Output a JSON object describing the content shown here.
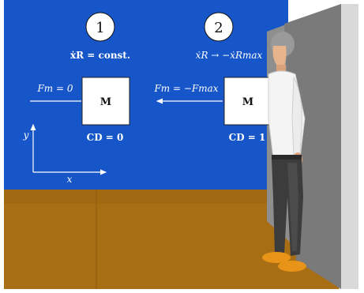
{
  "colors": {
    "wall": "#1656c8",
    "floor": "#a86e14",
    "side_wall": "#8a8a8a",
    "text": "#ffffff",
    "box_fill": "#ffffff",
    "shoe": "#e89418"
  },
  "panel1": {
    "step_number": "1",
    "velocity_text": "ẋR = const.",
    "force_text": "Fm = 0",
    "mass_label": "M",
    "cd_text": "CD = 0"
  },
  "panel2": {
    "step_number": "2",
    "velocity_text": "ẋR → −ẋRmax",
    "force_text": "Fm = −Fmax",
    "mass_label": "M",
    "cd_text": "CD = 1"
  },
  "axes": {
    "y_label": "y",
    "x_label": "x"
  }
}
